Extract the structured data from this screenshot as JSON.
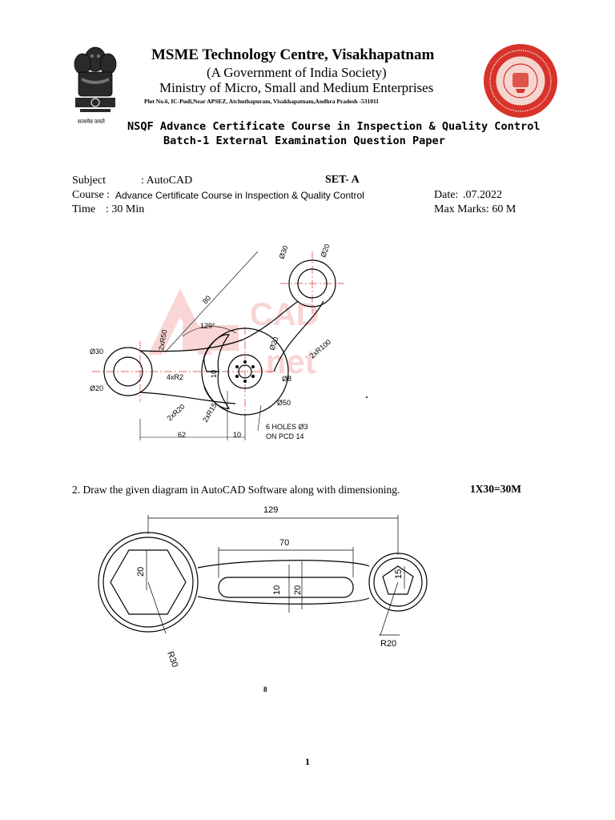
{
  "header": {
    "title": "MSME Technology Centre, Visakhapatnam",
    "subtitle": "(A Government of India Society)",
    "ministry": "Ministry of Micro, Small and Medium Enterprises",
    "address": "Plot No.6, IC-Pudi,Near APSEZ, Atchuthapuram, Visakhapatnam,Andhra Pradesh -531011",
    "motto": "सत्यमेव जयते"
  },
  "course_title": "NSQF Advance Certificate Course in Inspection & Quality Control",
  "exam_title": "Batch-1 External Examination Question Paper",
  "fields": {
    "subject_label": "Subject",
    "subject_value": ": AutoCAD",
    "set_label": "SET- A",
    "course_label": "Course :",
    "course_value": "Advance Certificate Course in Inspection & Quality Control",
    "date_label": "Date:",
    "date_value": ".07.2022",
    "time_label": "Time",
    "time_value": ": 30 Min",
    "max_marks": "Max Marks: 60 M"
  },
  "drawing1": {
    "dims": {
      "d30_top": "Ø30",
      "d20_top": "Ø20",
      "len80": "80",
      "ang129": "129°",
      "r50": "2xR50",
      "d30_left": "Ø30",
      "d20_left": "Ø20",
      "r2": "4xR2",
      "w10": "10",
      "d20_mid": "Ø20",
      "r100": "2xR100",
      "d8": "Ø8",
      "d50": "Ø50",
      "r20": "2xR20",
      "r15": "2xR15",
      "len62": "62",
      "len10": "10",
      "holes1": "6 HOLES Ø3",
      "holes2": "ON PCD 14"
    }
  },
  "question2": {
    "text": "2. Draw the given diagram in AutoCAD Software along with dimensioning.",
    "marks": "1X30=30M"
  },
  "drawing2": {
    "dims": {
      "len129": "129",
      "len70": "70",
      "hex20": "20",
      "slot10": "10",
      "slot20": "20",
      "pent15": "15",
      "r20": "R20",
      "r30": "R30"
    }
  },
  "footer": {
    "stray_mark": "8",
    "page_number": "1"
  }
}
